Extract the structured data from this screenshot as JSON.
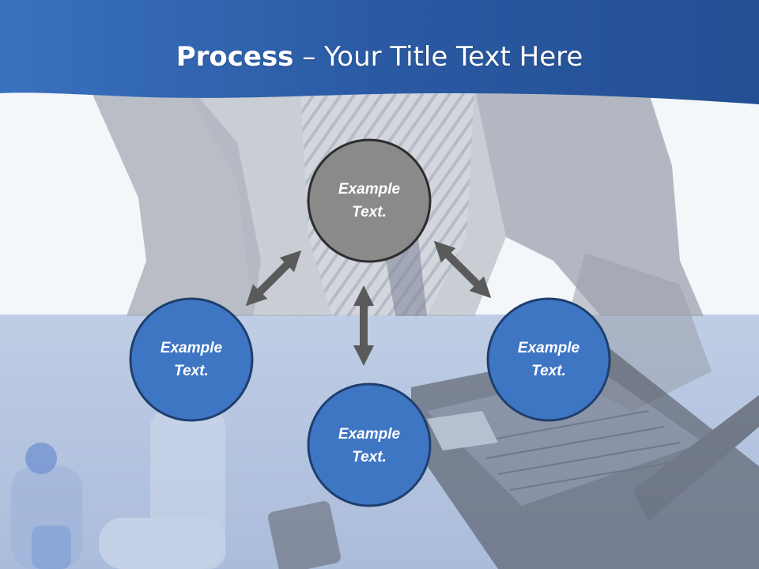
{
  "slide": {
    "title_bold": "Process",
    "title_rest": " – Your Title Text Here"
  },
  "nodes": [
    {
      "id": "top",
      "line1": "Example",
      "line2": "Text.",
      "fill": "#8a8a8a"
    },
    {
      "id": "left",
      "line1": "Example",
      "line2": "Text.",
      "fill": "#3f76c4"
    },
    {
      "id": "bottom",
      "line1": "Example",
      "line2": "Text.",
      "fill": "#3f76c4"
    },
    {
      "id": "right",
      "line1": "Example",
      "line2": "Text.",
      "fill": "#3f76c4"
    }
  ],
  "colors": {
    "header_blue": "#2f64ad",
    "node_border": "#1f3f6e",
    "arrow": "#5a5a5a"
  }
}
